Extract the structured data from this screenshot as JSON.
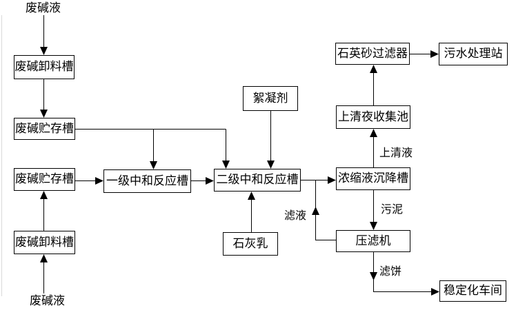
{
  "diagram": {
    "type": "process-flowchart",
    "language": "zh-CN",
    "subject": "waste alkali liquid treatment process"
  },
  "nodes": {
    "unload_top": {
      "label": "废碱卸料槽"
    },
    "storage_1": {
      "label": "废碱贮存槽"
    },
    "storage_2": {
      "label": "废碱贮存槽"
    },
    "unload_bottom": {
      "label": "废碱卸料槽"
    },
    "primary_neutralization": {
      "label": "一级中和反应槽"
    },
    "secondary_neutralization": {
      "label": "二级中和反应槽"
    },
    "flocculant": {
      "label": "絮凝剂"
    },
    "lime_milk": {
      "label": "石灰乳"
    },
    "quartz_filter": {
      "label": "石英砂过滤器"
    },
    "sewage_station": {
      "label": "污水处理站"
    },
    "supernatant_pool": {
      "label": "上清夜收集池"
    },
    "settling_tank": {
      "label": "浓缩液沉降槽"
    },
    "filter_press": {
      "label": "压滤机"
    },
    "stabilization": {
      "label": "稳定化车间"
    }
  },
  "stream_labels": {
    "waste_alkali_top": "废碱液",
    "waste_alkali_bottom": "废碱液",
    "supernatant": "上清液",
    "sludge": "污泥",
    "filtrate": "滤液",
    "filter_cake": "滤饼"
  },
  "colors": {
    "line": "#000000",
    "box_border": "#000000",
    "box_fill": "#ffffff",
    "background": "#ffffff"
  }
}
